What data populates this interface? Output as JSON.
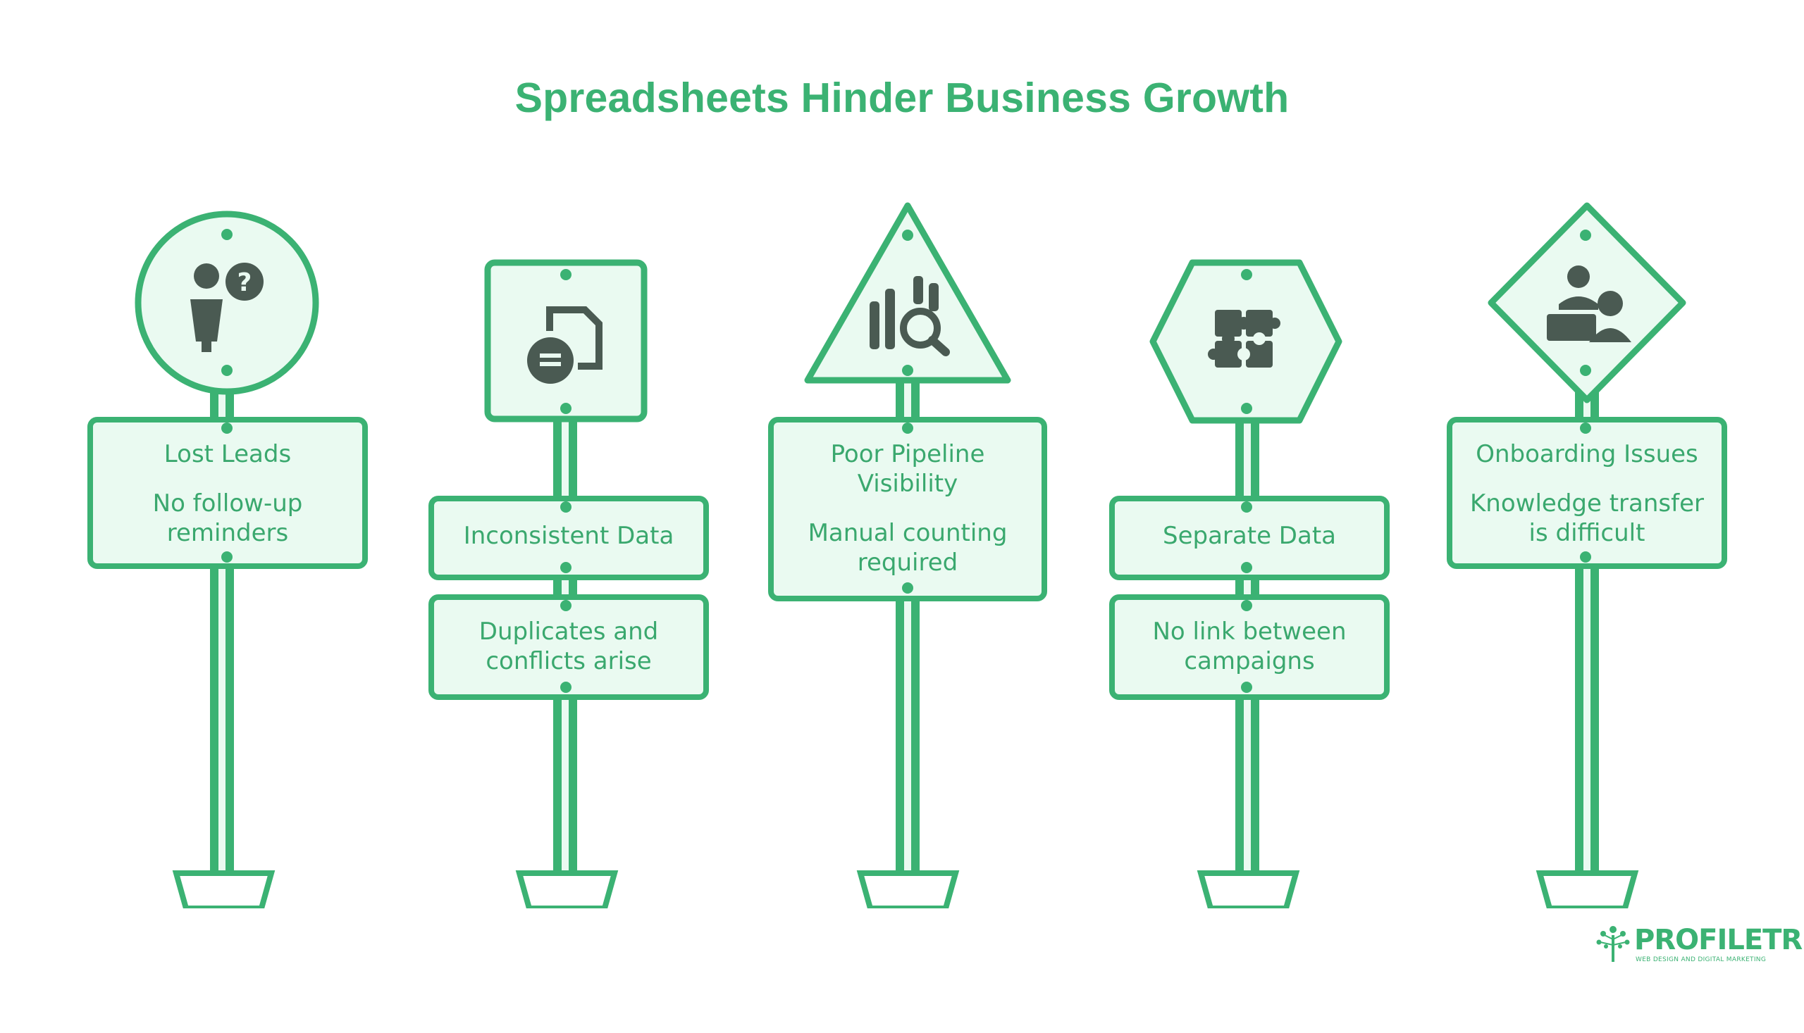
{
  "title": "Spreadsheets Hinder Business Growth",
  "colors": {
    "accent": "#3bb273",
    "sign_fill": "#eafaf1",
    "icon": "#4a5a52",
    "text": "#3aa86e"
  },
  "signs": [
    {
      "shape": "circle",
      "icon": "person-question-icon",
      "panels": [
        {
          "heading": "Lost Leads",
          "body": "No follow-up reminders"
        }
      ]
    },
    {
      "shape": "square",
      "icon": "document-equals-icon",
      "panels": [
        {
          "heading": "Inconsistent Data"
        },
        {
          "heading": "Duplicates and conflicts arise"
        }
      ]
    },
    {
      "shape": "triangle",
      "icon": "chart-search-icon",
      "panels": [
        {
          "heading": "Poor Pipeline Visibility",
          "body": "Manual counting required"
        }
      ]
    },
    {
      "shape": "hexagon",
      "icon": "puzzle-icon",
      "panels": [
        {
          "heading": "Separate Data"
        },
        {
          "heading": "No link between campaigns"
        }
      ]
    },
    {
      "shape": "diamond",
      "icon": "people-desk-icon",
      "panels": [
        {
          "heading": "Onboarding Issues",
          "body": "Knowledge transfer is difficult"
        }
      ]
    }
  ],
  "logo": {
    "name": "PROFILETREE",
    "tagline": "WEB DESIGN AND DIGITAL MARKETING"
  }
}
